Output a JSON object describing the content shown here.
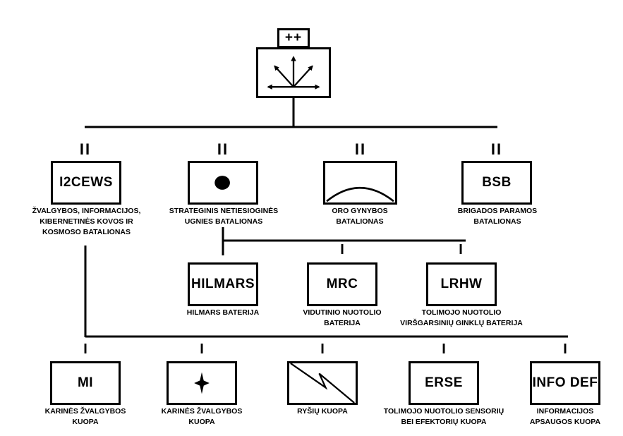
{
  "hq": {
    "echelon": "++",
    "symbol": "multi-arrow-icon"
  },
  "battalions": [
    {
      "echelon": "II",
      "abbr": "I2CEWS",
      "symbol": "",
      "caption": "ŽVALGYBOS, INFORMACIJOS,\nKIBERNETINĖS KOVOS IR\nKOSMOSO BATALIONAS"
    },
    {
      "echelon": "II",
      "abbr": "",
      "symbol": "filled-circle-icon",
      "caption": "STRATEGINIS NETIESIOGINĖS\nUGNIES BATALIONAS"
    },
    {
      "echelon": "II",
      "abbr": "",
      "symbol": "air-defense-arc-icon",
      "caption": "ORO GYNYBOS\nBATALIONAS"
    },
    {
      "echelon": "II",
      "abbr": "BSB",
      "symbol": "",
      "caption": "BRIGADOS PARAMOS\nBATALIONAS"
    }
  ],
  "batteries": [
    {
      "echelon": "I",
      "abbr": "HILMARS",
      "caption": "HILMARS BATERIJA"
    },
    {
      "echelon": "I",
      "abbr": "MRC",
      "caption": "VIDUTINIO NUOTOLIO\nBATERIJA"
    },
    {
      "echelon": "I",
      "abbr": "LRHW",
      "caption": "TOLIMOJO NUOTOLIO\nVIRŠGARSINIŲ GINKLŲ  BATERIJA"
    }
  ],
  "companies": [
    {
      "echelon": "I",
      "abbr": "MI",
      "symbol": "",
      "caption": "KARINĖS ŽVALGYBOS\nKUOPA"
    },
    {
      "echelon": "I",
      "abbr": "",
      "symbol": "star-flash-icon",
      "caption": "KARINĖS ŽVALGYBOS\nKUOPA"
    },
    {
      "echelon": "I",
      "abbr": "",
      "symbol": "signal-zigzag-icon",
      "caption": "RYŠIŲ KUOPA"
    },
    {
      "echelon": "I",
      "abbr": "ERSE",
      "symbol": "",
      "caption": "TOLIMOJO NUOTOLIO SENSORIŲ\nBEI EFEKTORIŲ KUOPA"
    },
    {
      "echelon": "I",
      "abbr": "INFO DEF",
      "symbol": "",
      "caption": "INFORMACIJOS\nAPSAUGOS KUOPA"
    }
  ]
}
